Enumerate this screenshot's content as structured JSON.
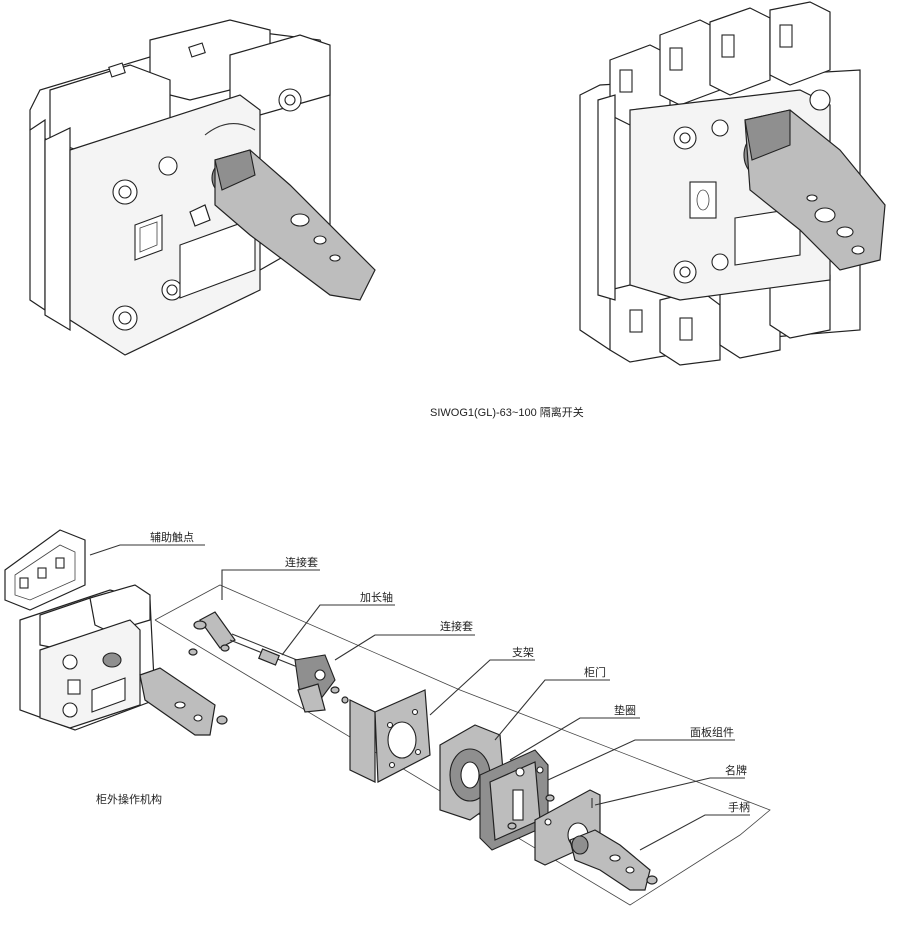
{
  "caption": "SIWOG1(GL)-63~100 隔离开关",
  "labels": {
    "aux_contact": "辅助触点",
    "coupling_1": "连接套",
    "extension_shaft": "加长轴",
    "coupling_2": "连接套",
    "bracket": "支架",
    "cabinet_door": "柜门",
    "gasket": "垫圈",
    "panel_assembly": "面板组件",
    "nameplate": "名牌",
    "handle": "手柄",
    "external_mechanism": "柜外操作机构"
  }
}
